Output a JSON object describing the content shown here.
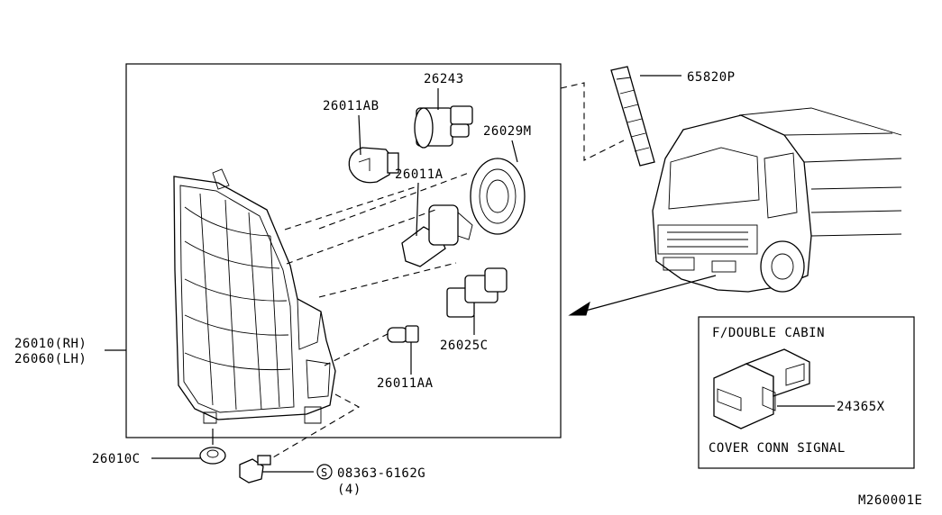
{
  "labels": {
    "p_26243": "26243",
    "p_26011AB": "26011AB",
    "p_26029M": "26029M",
    "p_26011A": "26011A",
    "p_65820P": "65820P",
    "p_26010RH": "26010(RH)",
    "p_26060LH": "26060(LH)",
    "p_26025C": "26025C",
    "p_26011AA": "26011AA",
    "p_26010C": "26010C",
    "p_bolt": "08363-6162G",
    "p_bolt_qty": "(4)",
    "bolt_symbol": "S",
    "inset_title": "F/DOUBLE CABIN",
    "p_24365X": "24365X",
    "inset_caption": "COVER CONN SIGNAL",
    "diagram_code": "M260001E"
  },
  "icons": [
    "lamp-housing-icon",
    "bulb-icon",
    "socket-icon",
    "truck-icon",
    "connector-cover-icon",
    "washer-icon",
    "bolt-icon",
    "reflector-tape-icon"
  ]
}
